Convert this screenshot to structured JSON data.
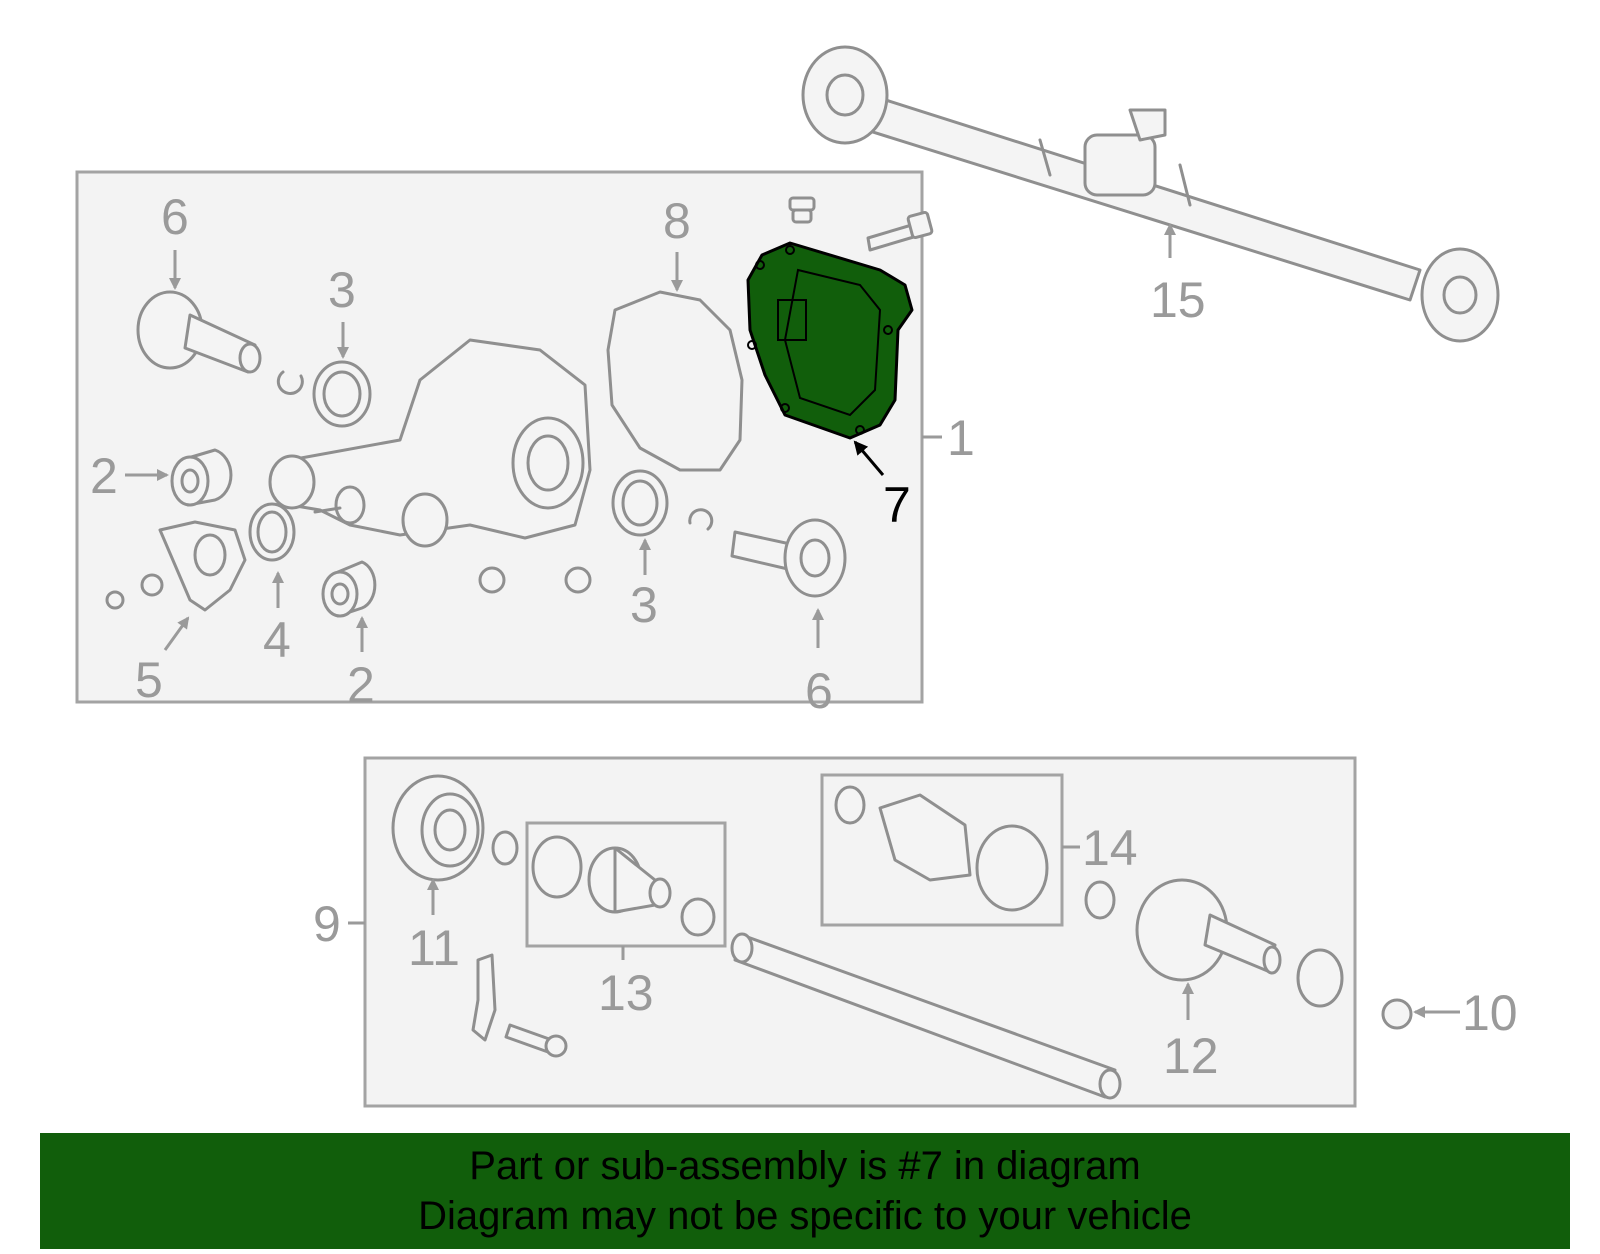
{
  "diagram": {
    "highlight_color": "#115e0b",
    "highlighted_part": "7",
    "callouts": {
      "c1": "1",
      "c2a": "2",
      "c2b": "2",
      "c3a": "3",
      "c3b": "3",
      "c4": "4",
      "c5": "5",
      "c6a": "6",
      "c6b": "6",
      "c7": "7",
      "c8": "8",
      "c9": "9",
      "c10": "10",
      "c11": "11",
      "c12": "12",
      "c13": "13",
      "c14": "14",
      "c15": "15"
    }
  },
  "banner": {
    "line1": "Part or sub-assembly is #7 in diagram",
    "line2": "Diagram may not be specific to your vehicle",
    "background": "#115e0b"
  }
}
